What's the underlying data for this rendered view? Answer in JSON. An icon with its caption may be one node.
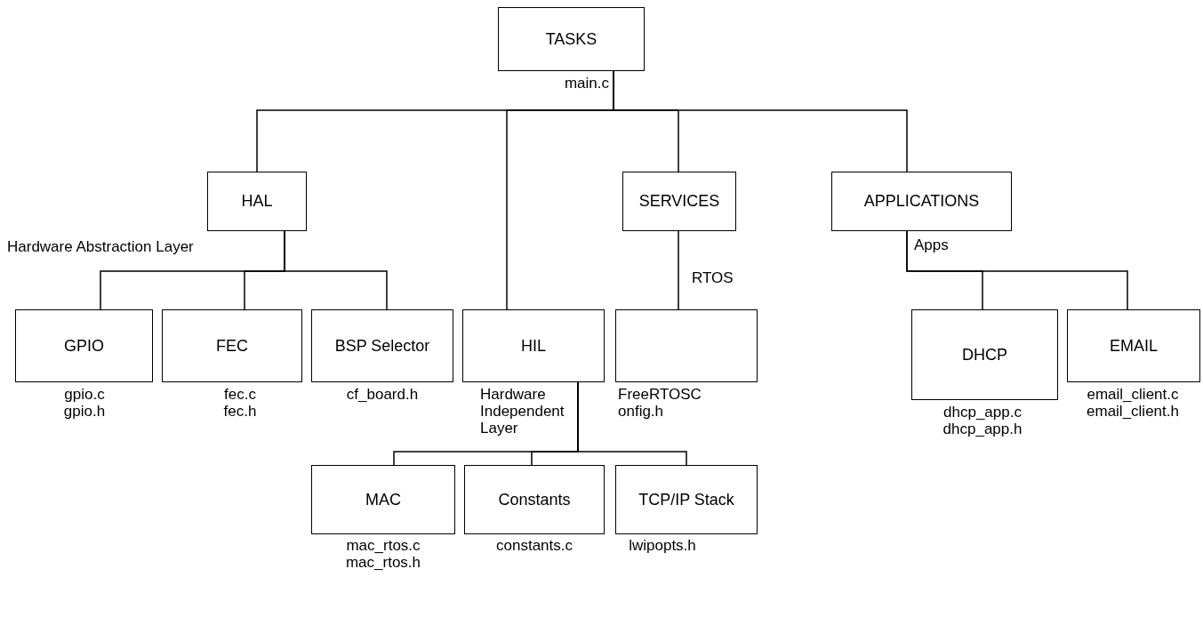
{
  "diagram": {
    "nodes": [
      {
        "text": [
          "TASKS"
        ],
        "beside": [
          "main.c"
        ]
      },
      {
        "text": [
          "HAL"
        ],
        "beside": [
          "Hardware Abstraction Layer"
        ]
      },
      {
        "text": [
          "SERVICES"
        ]
      },
      {
        "text": [
          "APPLICATIONS"
        ],
        "beside": [
          "Apps"
        ]
      },
      {
        "text": [
          "GPIO"
        ],
        "beside": [
          "gpio.c",
          "gpio.h"
        ]
      },
      {
        "text": [
          "FEC"
        ],
        "beside": [
          "fec.c",
          "fec.h"
        ]
      },
      {
        "text": [
          "BSP Selector"
        ],
        "beside": [
          "cf_board.h"
        ]
      },
      {
        "text": [
          "HIL"
        ],
        "beside": [
          "Hardware Independent Layer"
        ]
      },
      {
        "text": [],
        "shape": "box",
        "beside": [
          "FreeRTOSConfig.h"
        ]
      },
      {
        "text": [
          "DHCP"
        ],
        "beside": [
          "dhcp_app.c",
          "dhcp_app.h"
        ]
      },
      {
        "text": [
          "EMAIL"
        ],
        "beside": [
          "email_client.c",
          "email_client.h"
        ]
      },
      {
        "text": [
          "MAC"
        ],
        "beside": [
          "mac_rtos.c",
          "mac_rtos.h"
        ]
      },
      {
        "text": [
          "Constants"
        ],
        "beside": [
          "constants.c"
        ]
      },
      {
        "text": [
          "TCP/IP Stack"
        ],
        "beside": [
          "lwipopts.h"
        ]
      }
    ],
    "edges": [
      {
        "from": 0,
        "to": 1,
        "arrow": "none"
      },
      {
        "from": 0,
        "to": 7,
        "arrow": "none"
      },
      {
        "from": 0,
        "to": 2,
        "arrow": "none"
      },
      {
        "from": 0,
        "to": 3,
        "arrow": "none"
      },
      {
        "from": 1,
        "to": 4,
        "arrow": "none"
      },
      {
        "from": 1,
        "to": 5,
        "arrow": "none"
      },
      {
        "from": 1,
        "to": 6,
        "arrow": "none"
      },
      {
        "from": 2,
        "to": 8,
        "arrow": "none",
        "label": "RTOS"
      },
      {
        "from": 3,
        "to": 9,
        "arrow": "none"
      },
      {
        "from": 3,
        "to": 10,
        "arrow": "none"
      },
      {
        "from": 7,
        "to": 11,
        "arrow": "none"
      },
      {
        "from": 7,
        "to": 12,
        "arrow": "none"
      },
      {
        "from": 7,
        "to": 13,
        "arrow": "none"
      }
    ]
  }
}
